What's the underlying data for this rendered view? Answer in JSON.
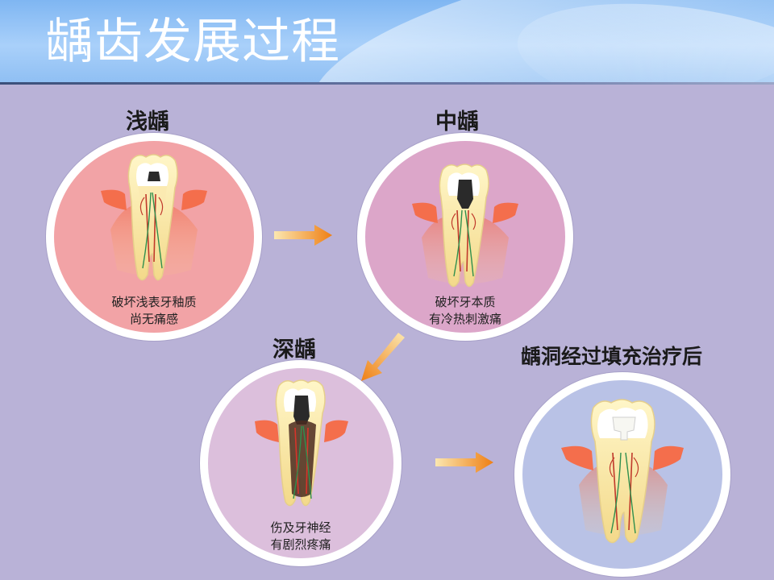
{
  "page": {
    "title": "龋齿发展过程"
  },
  "stages": [
    {
      "title": "浅龋",
      "caption_line1": "破坏浅表牙釉质",
      "caption_line2": "尚无痛感"
    },
    {
      "title": "中龋",
      "caption_line1": "破坏牙本质",
      "caption_line2": "有冷热刺激痛"
    },
    {
      "title": "深龋",
      "caption_line1": "伤及牙神经",
      "caption_line2": "有剧烈疼痛"
    },
    {
      "title": "龋洞经过填充治疗后"
    }
  ],
  "colors": {
    "header_blue": "#8fbff3",
    "background_purple": "#b9b2d7",
    "stage1_bg": "#f2a3a6",
    "stage2_bg": "#dca6c9",
    "stage3_bg": "#dcbfdc",
    "stage4_bg": "#b9c2e6",
    "arrow_orange": "#f08a1c",
    "cavity": "#2a2a2a"
  },
  "icons": [
    "tooth-shallow-caries-icon",
    "tooth-medium-caries-icon",
    "tooth-deep-caries-icon",
    "tooth-filled-icon",
    "right-arrow-icon",
    "down-left-arrow-icon"
  ]
}
